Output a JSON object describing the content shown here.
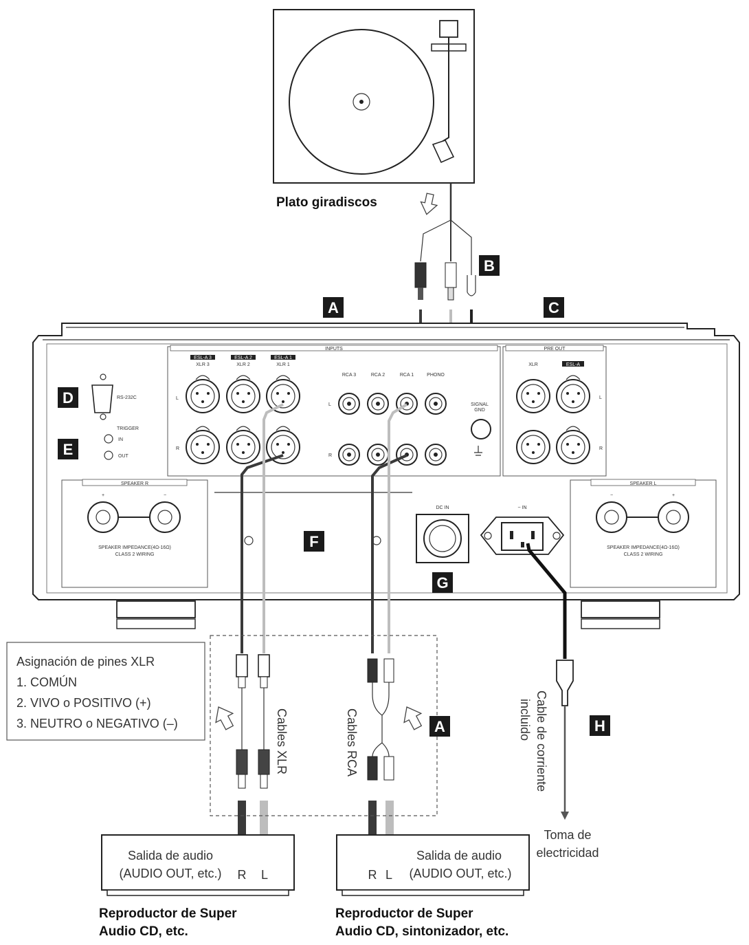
{
  "colors": {
    "ink": "#222222",
    "cable_dark": "#3a3a3a",
    "cable_light": "#bdbdbd",
    "badge": "#1a1a1a",
    "panel_fill": "#ffffff"
  },
  "turntable": {
    "label": "Plato giradiscos"
  },
  "badges": {
    "a_top": "A",
    "a_cables": "A",
    "b": "B",
    "c": "C",
    "d": "D",
    "e": "E",
    "f": "F",
    "g": "G",
    "h": "H"
  },
  "panel": {
    "inputs_header": "INPUTS",
    "pre_out_header": "PRE OUT",
    "xlr3_tag": "ESL-A 3",
    "xlr2_tag": "ESL-A 2",
    "xlr1_tag": "ESL-A 1",
    "xlr3": "XLR 3",
    "xlr2": "XLR 2",
    "xlr1": "XLR 1",
    "rca3": "RCA 3",
    "rca2": "RCA 2",
    "rca1": "RCA 1",
    "phono": "PHONO",
    "rs232c": "RS-232C",
    "trigger": "TRIGGER",
    "trigger_in": "IN",
    "trigger_out": "OUT",
    "signal_gnd_1": "SIGNAL",
    "signal_gnd_2": "GND",
    "pre_xlr": "XLR",
    "pre_esl": "ESL-A",
    "side_l": "L",
    "side_r": "R",
    "speaker_r": "SPEAKER R",
    "speaker_l": "SPEAKER L",
    "plus": "+",
    "minus": "−",
    "impedance_note_1": "SPEAKER IMPEDANCE(4Ω-16Ω)",
    "impedance_note_2": "CLASS 2 WIRING",
    "dc_in": "DC IN",
    "ac_in": "~ IN"
  },
  "pin_box": {
    "title": "Asignación de pines XLR",
    "pin1": "1. COMÚN",
    "pin2": "2. VIVO o POSITIVO (+)",
    "pin3": "3. NEUTRO o NEGATIVO (–)"
  },
  "cables": {
    "xlr_label": "Cables XLR",
    "rca_label": "Cables RCA",
    "power_label_1": "Cable de corriente",
    "power_label_2": "incluido"
  },
  "outlet": {
    "line1": "Toma de",
    "line2": "electricidad"
  },
  "player_left": {
    "line1": "Salida de audio",
    "line2": "(AUDIO OUT, etc.)",
    "r": "R",
    "l": "L",
    "caption1": "Reproductor de Super",
    "caption2": "Audio CD, etc."
  },
  "player_right": {
    "line1": "Salida de audio",
    "line2": "(AUDIO OUT, etc.)",
    "r": "R",
    "l": "L",
    "caption1": "Reproductor de Super",
    "caption2": "Audio CD, sintonizador, etc."
  }
}
